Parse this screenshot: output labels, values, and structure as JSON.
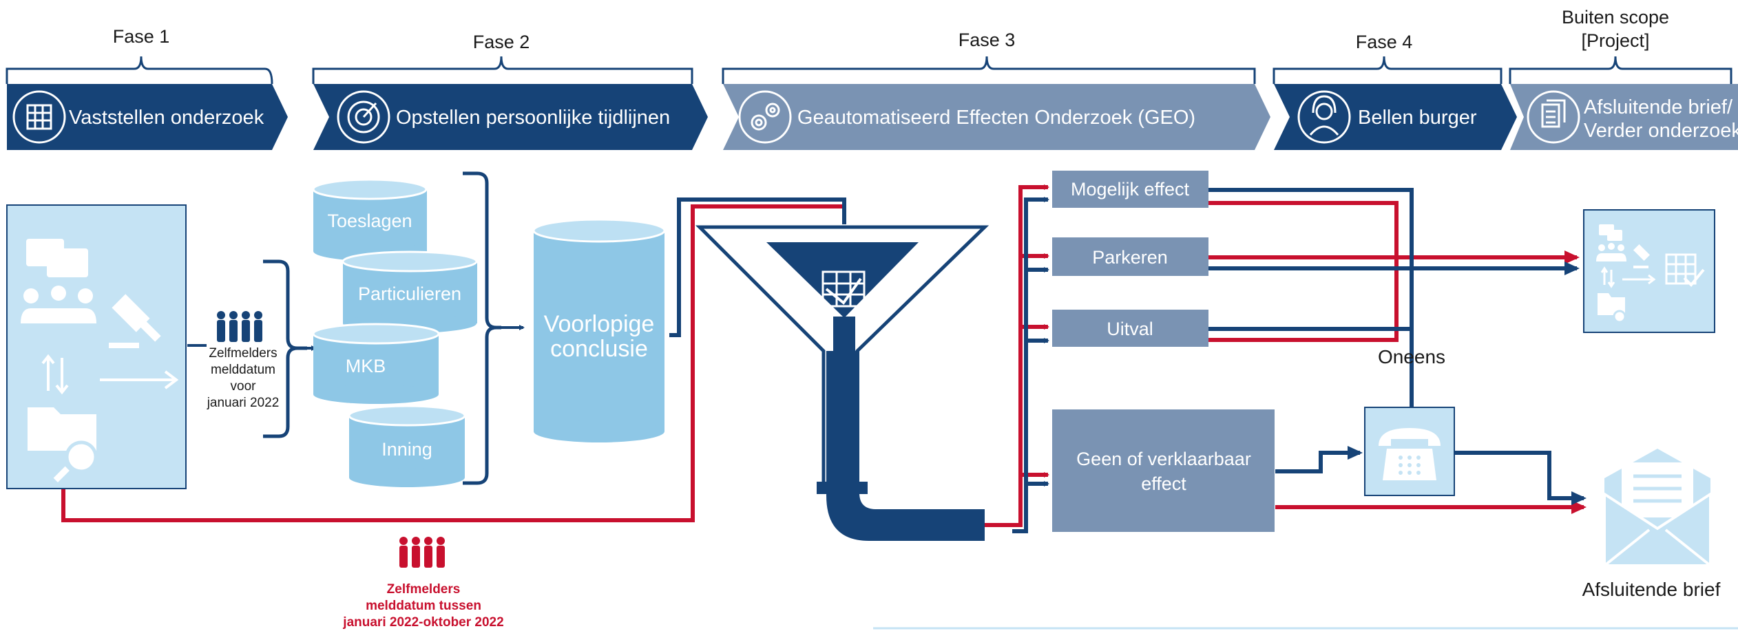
{
  "phases": {
    "fase1": "Fase 1",
    "fase2": "Fase 2",
    "fase3": "Fase 3",
    "fase4": "Fase 4",
    "buiten_line1": "Buiten scope",
    "buiten_line2": "[Project]"
  },
  "banners": {
    "vaststellen": "Vaststellen onderzoek",
    "opstellen": "Opstellen persoonlijke tijdlijnen",
    "geo": "Geautomatiseerd Effecten Onderzoek (GEO)",
    "bellen": "Bellen burger",
    "afsluitend_line1": "Afsluitende brief/",
    "afsluitend_line2": "Verder onderzoek"
  },
  "sources": [
    "Toeslagen",
    "Particulieren",
    "MKB",
    "Inning"
  ],
  "voorlopige": {
    "line1": "Voorlopige",
    "line2": "conclusie"
  },
  "zelfmelders_voor": {
    "line1": "Zelfmelders",
    "line2": "melddatum",
    "line3": "voor",
    "line4": "januari 2022"
  },
  "zelfmelders_tussen": {
    "line1": "Zelfmelders",
    "line2": "melddatum  tussen",
    "line3": "januari 2022-oktober 2022"
  },
  "outcomes": {
    "mogelijk": "Mogelijk effect",
    "parkeren": "Parkeren",
    "uitval": "Uitval",
    "geen_line1": "Geen of verklaarbaar",
    "geen_line2": "effect"
  },
  "oneens": "Oneens",
  "afsluitende_brief": "Afsluitende brief",
  "colors": {
    "navy": "#164377",
    "red": "#c8102e",
    "light_blue": "#8ec7e6",
    "pale_blue": "#c5e3f4",
    "slate": "#7a93b3"
  }
}
